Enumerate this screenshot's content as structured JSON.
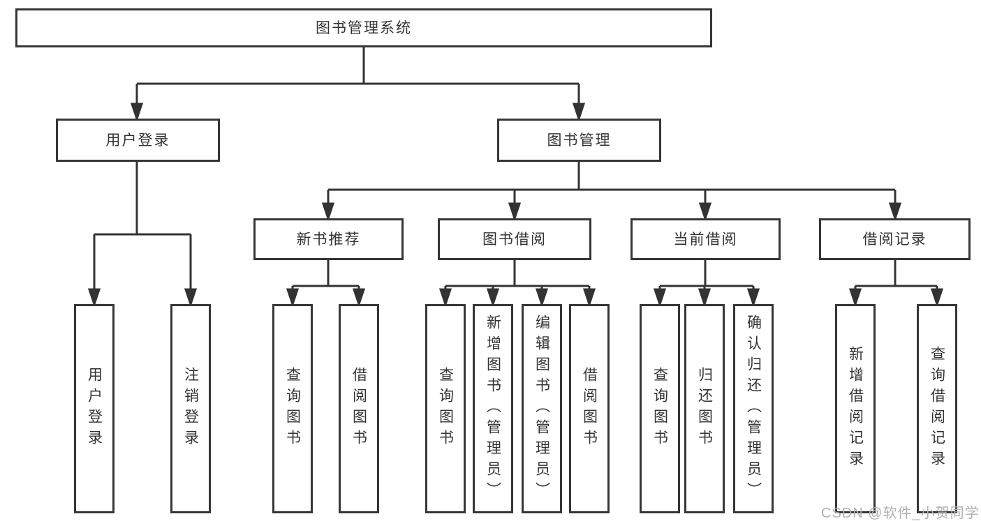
{
  "colors": {
    "line": "#333333",
    "box_border": "#363636",
    "box_background": "#ffffff",
    "text": "#333333",
    "watermark": "#b1b1b1"
  },
  "diagram": {
    "root": {
      "label": "图书管理系统"
    },
    "level2": [
      {
        "id": "user-login",
        "label": "用户登录"
      },
      {
        "id": "book-management",
        "label": "图书管理"
      }
    ],
    "level3": [
      {
        "id": "new-book-recommend",
        "label": "新书推荐"
      },
      {
        "id": "book-borrowing",
        "label": "图书借阅"
      },
      {
        "id": "current-borrowing",
        "label": "当前借阅"
      },
      {
        "id": "borrowing-records",
        "label": "借阅记录"
      }
    ],
    "leaves": {
      "user_login": [
        "用户登录",
        "注销登录"
      ],
      "new_book_recommend": [
        "查询图书",
        "借阅图书"
      ],
      "book_borrowing": [
        "查询图书",
        "新增图书（管理员）",
        "编辑图书（管理员）",
        "借阅图书"
      ],
      "current_borrowing": [
        "查询图书",
        "归还图书",
        "确认归还（管理员）"
      ],
      "borrowing_records": [
        "新增借阅记录",
        "查询借阅记录"
      ]
    }
  },
  "watermark": {
    "text": "CSDN @软件_小贺同学"
  }
}
